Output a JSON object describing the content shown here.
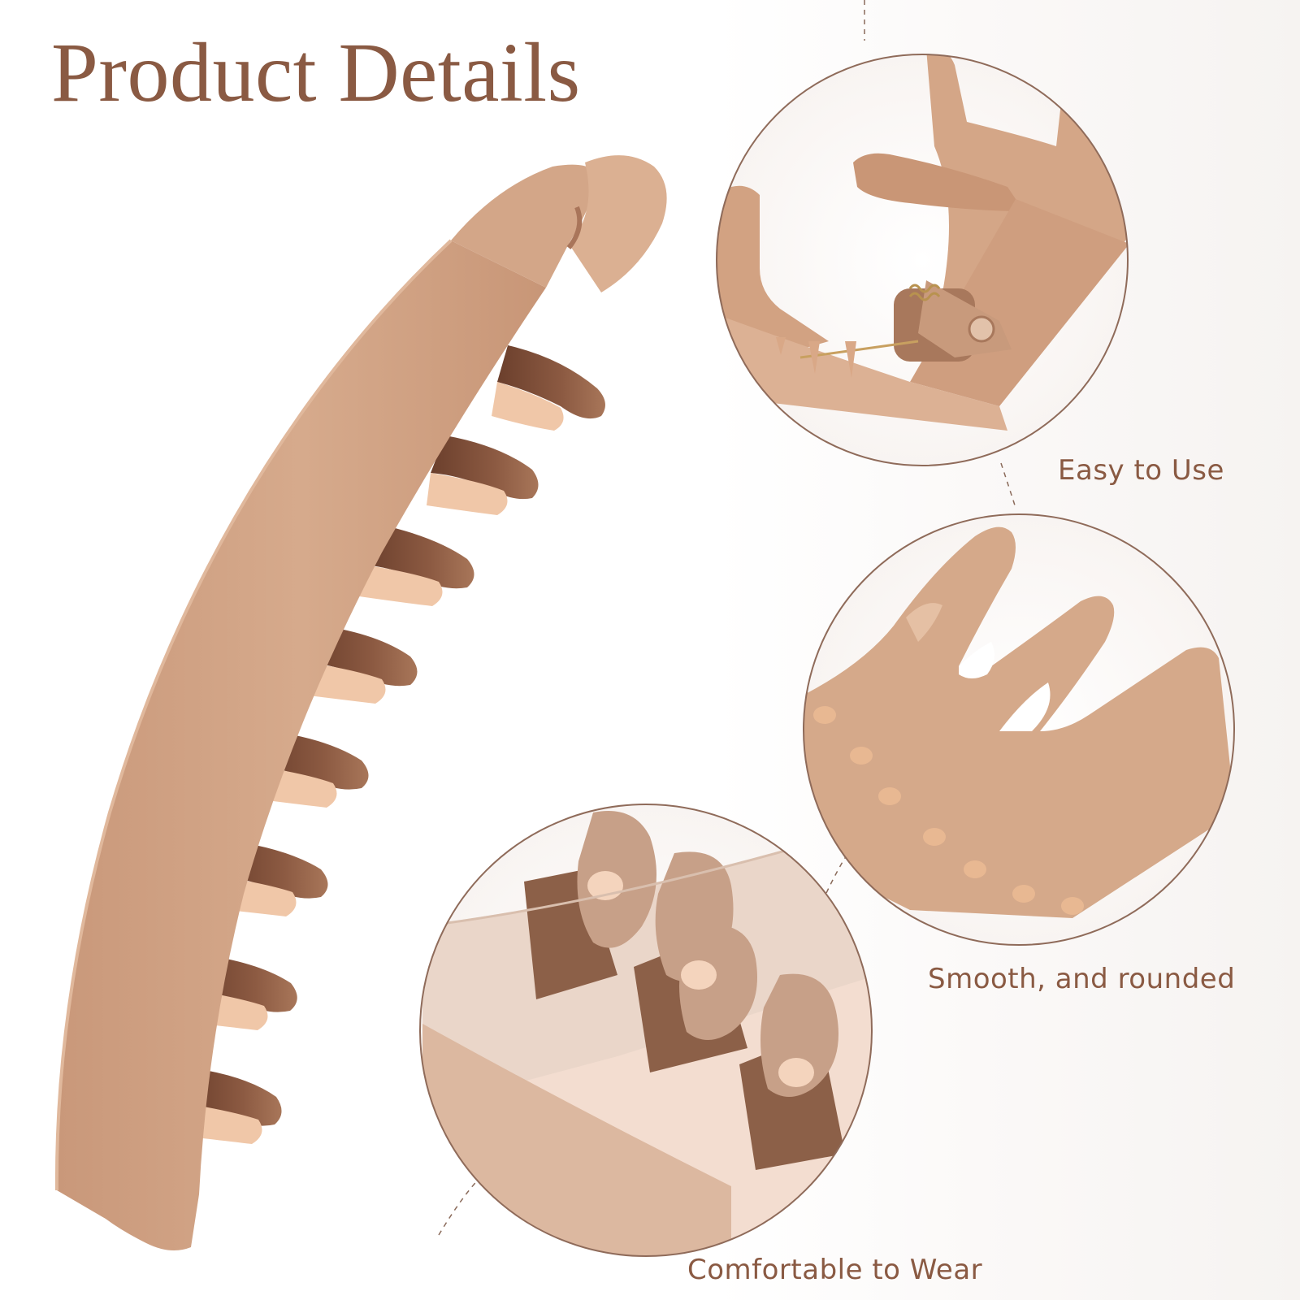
{
  "page": {
    "title": "Product Details"
  },
  "callouts": {
    "easy": "Easy to Use",
    "smooth": "Smooth, and rounded",
    "comfort": "Comfortable to Wear"
  },
  "colors": {
    "title": "#8a5a43",
    "clip": "#d2a789",
    "clip_dark": "#8c5a42",
    "clip_light": "#f0c8a8",
    "background": "#ffffff"
  }
}
